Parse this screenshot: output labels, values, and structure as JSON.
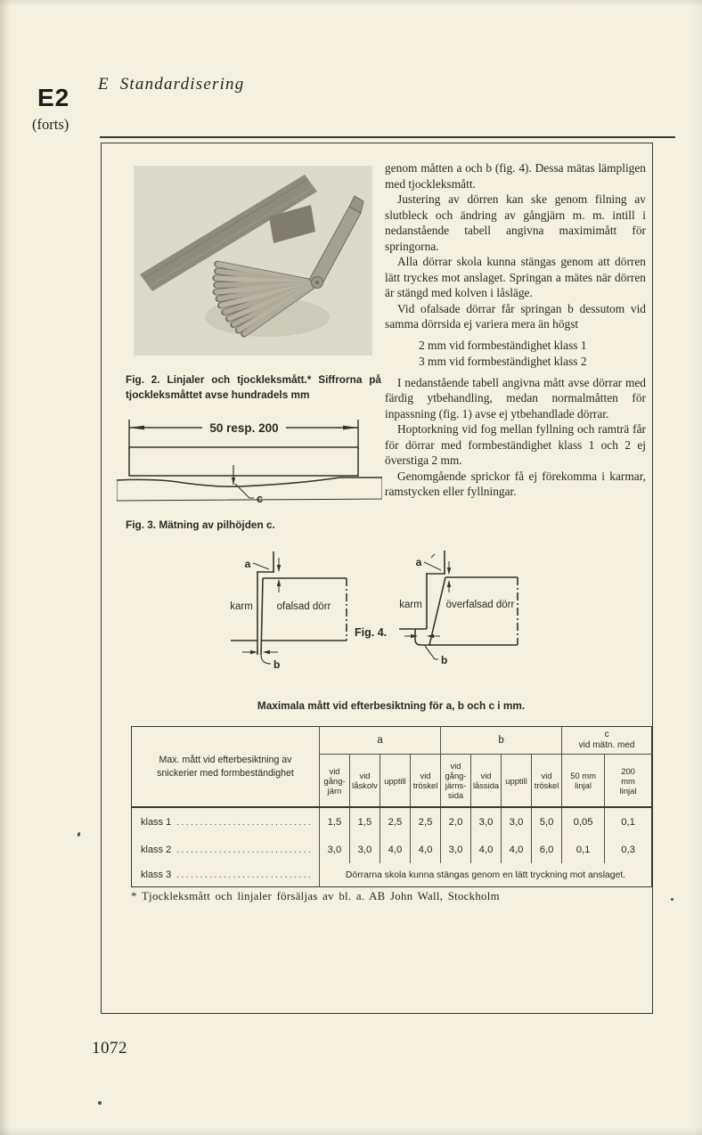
{
  "header": {
    "chapter_title": "E  Standardisering",
    "section_code": "E2",
    "section_forts": "(forts)",
    "page_number": "1072"
  },
  "article": {
    "paragraphs": [
      "genom måtten a och b (fig. 4). Dessa mätas lämpligen med tjockleksmått.",
      "Justering av dörren kan ske genom filning av slutbleck och ändring av gångjärn m. m. intill i nedanstående tabell angivna maximimått för springorna.",
      "Alla dörrar skola kunna stängas genom att dörren lätt tryckes mot anslaget. Springan a mätes när dörren är stängd med kolven i låsläge.",
      "Vid ofalsade dörrar får springan b dessutom vid samma dörrsida ej variera mera än högst",
      "I nedanstående tabell angivna mått avse dörrar med färdig ytbehandling, medan normalmåtten för inpassning (fig. 1) avse ej ytbehandlade dörrar.",
      "Hoptorkning vid fog mellan fyllning och ramträ får för dörrar med formbeständighet klass 1 och 2 ej överstiga 2 mm.",
      "Genomgående sprickor få ej förekomma i karmar, ramstycken eller fyllningar."
    ],
    "klass_rules": [
      "2 mm vid formbeständighet klass 1",
      "3 mm vid formbeständighet klass 2"
    ]
  },
  "figures": {
    "fig2_caption": "Fig. 2. Linjaler och tjockleksmått.* Siffrorna på tjockleksmåttet avse hundradels mm",
    "fig3": {
      "dimension": "50 resp. 200",
      "c_label": "c",
      "caption": "Fig. 3. Mätning av pilhöjden c."
    },
    "fig4": {
      "label": "Fig. 4.",
      "left": {
        "frame": "karm",
        "door": "ofalsad dörr",
        "a": "a",
        "b": "b"
      },
      "right": {
        "frame": "karm",
        "door": "överfalsad dörr",
        "a": "a",
        "b": "b"
      }
    }
  },
  "table": {
    "title": "Maximala mått vid efterbesiktning för a, b och c i mm.",
    "stub_header": "Max. mått vid efterbesiktning av\nsnickerier med formbeständighet",
    "groups": {
      "a": "a",
      "b": "b",
      "c": "c\nvid mätn. med"
    },
    "columns": [
      "vid\ngång-\njärn",
      "vid\nlåskolv",
      "upptill",
      "vid\ntröskel",
      "vid\ngång-\njärns-\nsida",
      "vid\nlåssida",
      "upptill",
      "vid\ntröskel",
      "50 mm\nlinjal",
      "200\nmm\nlinjal"
    ],
    "rows": [
      {
        "label": "klass 1",
        "values": [
          "1,5",
          "1,5",
          "2,5",
          "2,5",
          "2,0",
          "3,0",
          "3,0",
          "5,0",
          "0,05",
          "0,1"
        ]
      },
      {
        "label": "klass 2",
        "values": [
          "3,0",
          "3,0",
          "4,0",
          "4,0",
          "3,0",
          "4,0",
          "4,0",
          "6,0",
          "0,1",
          "0,3"
        ]
      },
      {
        "label": "klass 3",
        "note": "Dörrarna skola kunna stängas genom en lätt tryckning mot anslaget."
      }
    ]
  },
  "footnote": "* Tjockleksmått och linjaler försäljas av bl. a. AB John Wall, Stockholm"
}
